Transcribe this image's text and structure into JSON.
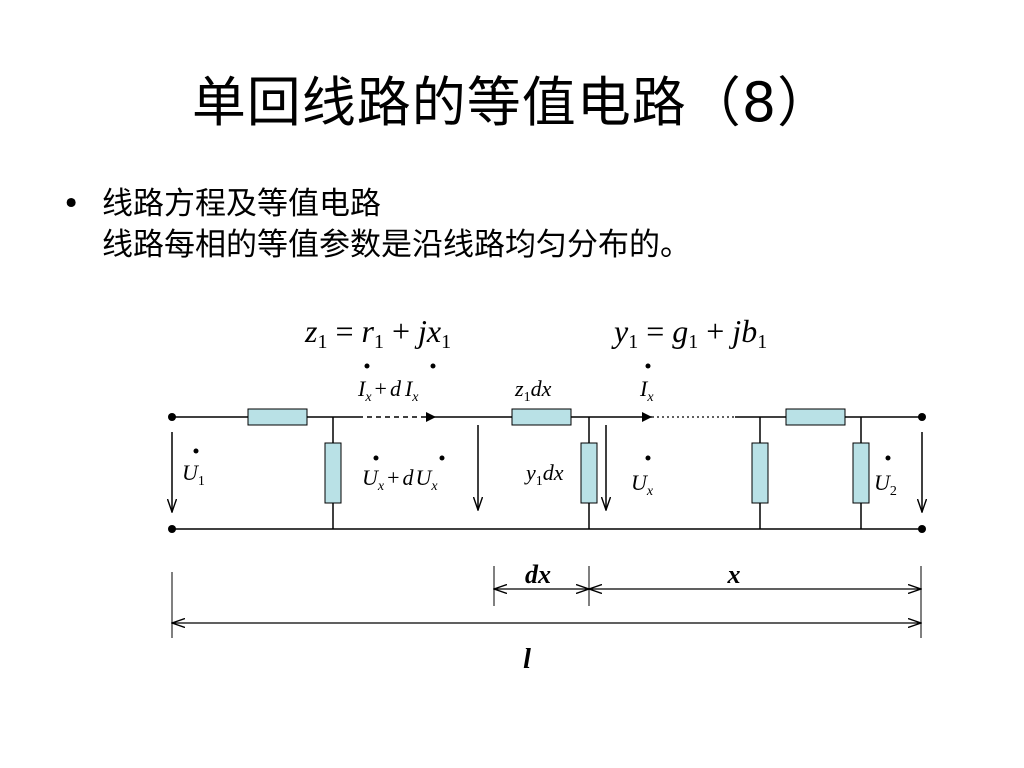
{
  "title": "单回线路的等值电路（8）",
  "bullet": {
    "line1": "线路方程及等值电路",
    "line2": "线路每相的等值参数是沿线路均匀分布的。"
  },
  "formulas": {
    "z": {
      "lhs": "z",
      "lhs_sub": "1",
      "eq": " = ",
      "a": "r",
      "a_sub": "1",
      "plus": " + ",
      "b": "jx",
      "b_sub": "1"
    },
    "y": {
      "lhs": "y",
      "lhs_sub": "1",
      "eq": " = ",
      "a": "g",
      "a_sub": "1",
      "plus": " + ",
      "b": "jb",
      "b_sub": "1"
    }
  },
  "labels": {
    "ix_var": "I",
    "x_sub": "x",
    "d": "d",
    "plus": "+",
    "u_var": "U",
    "u1_sub": "1",
    "u2_sub": "2",
    "z_var": "z",
    "y_var": "y",
    "one": "1",
    "dx": "dx",
    "x": "x",
    "l": "l"
  },
  "colors": {
    "component_fill": "#b9e1e6",
    "line": "#000000"
  }
}
